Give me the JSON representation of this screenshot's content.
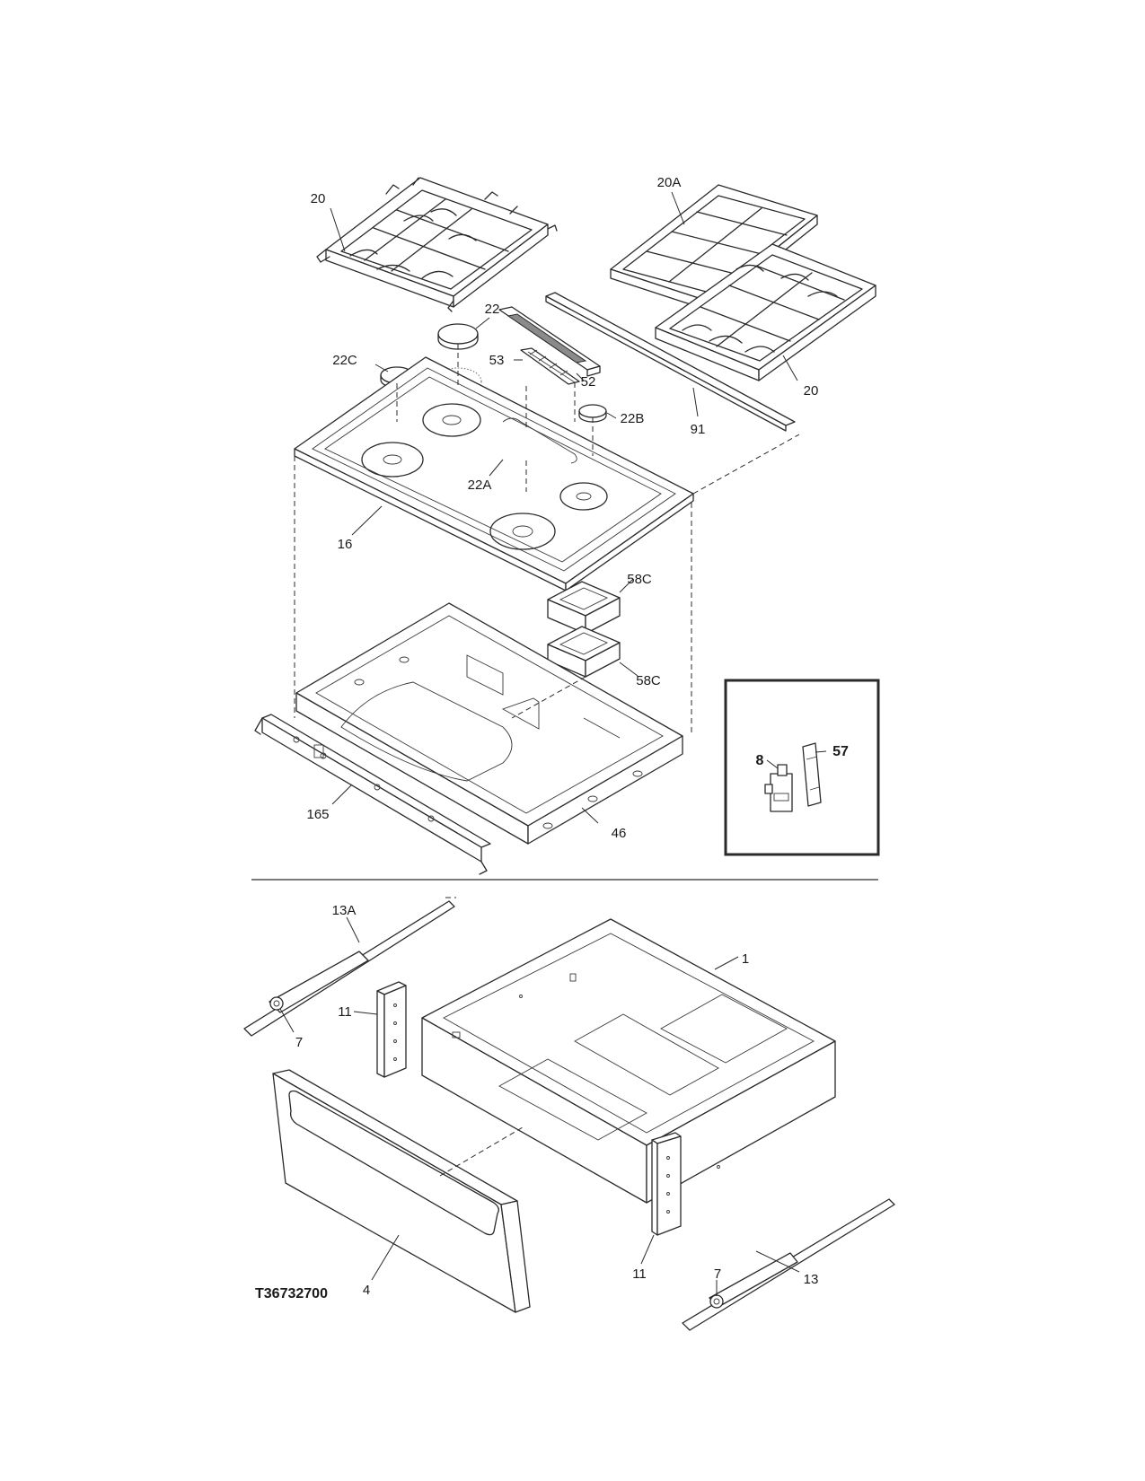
{
  "diagram_id": "T36732700",
  "callouts": {
    "c20_left": "20",
    "c20A": "20A",
    "c22": "22",
    "c22C": "22C",
    "c53": "53",
    "c52": "52",
    "c20_right": "20",
    "c22B": "22B",
    "c91": "91",
    "c22A": "22A",
    "c16": "16",
    "c58C_top": "58C",
    "c58C_bottom": "58C",
    "c165": "165",
    "c46": "46",
    "c8": "8",
    "c57": "57",
    "c13A": "13A",
    "c1": "1",
    "c11_left": "11",
    "c7_left": "7",
    "c4": "4",
    "c11_right": "11",
    "c7_right": "7",
    "c13": "13"
  }
}
